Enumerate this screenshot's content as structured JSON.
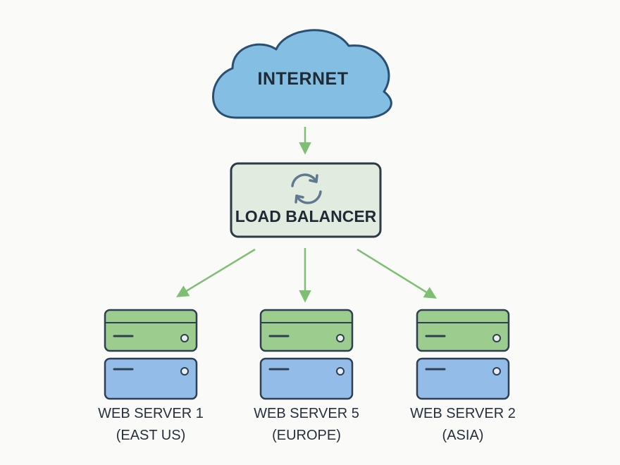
{
  "internet": {
    "label": "INTERNET"
  },
  "load_balancer": {
    "label": "LOAD BALANCER",
    "icon": "refresh-cycle-icon"
  },
  "servers": [
    {
      "name": "WEB SERVER 1",
      "region": "(EAST US)"
    },
    {
      "name": "WEB SERVER 5",
      "region": "(EUROPE)"
    },
    {
      "name": "WEB SERVER 2",
      "region": "(ASIA)"
    }
  ],
  "colors": {
    "cloud_fill": "#84bfe3",
    "cloud_stroke": "#2a4f72",
    "lb_fill": "#e2ebe0",
    "lb_stroke": "#2b3a45",
    "arrow": "#7fbf73",
    "server_top": "#9ccc8e",
    "server_bottom": "#93bce8",
    "server_stroke": "#2f3f52"
  }
}
